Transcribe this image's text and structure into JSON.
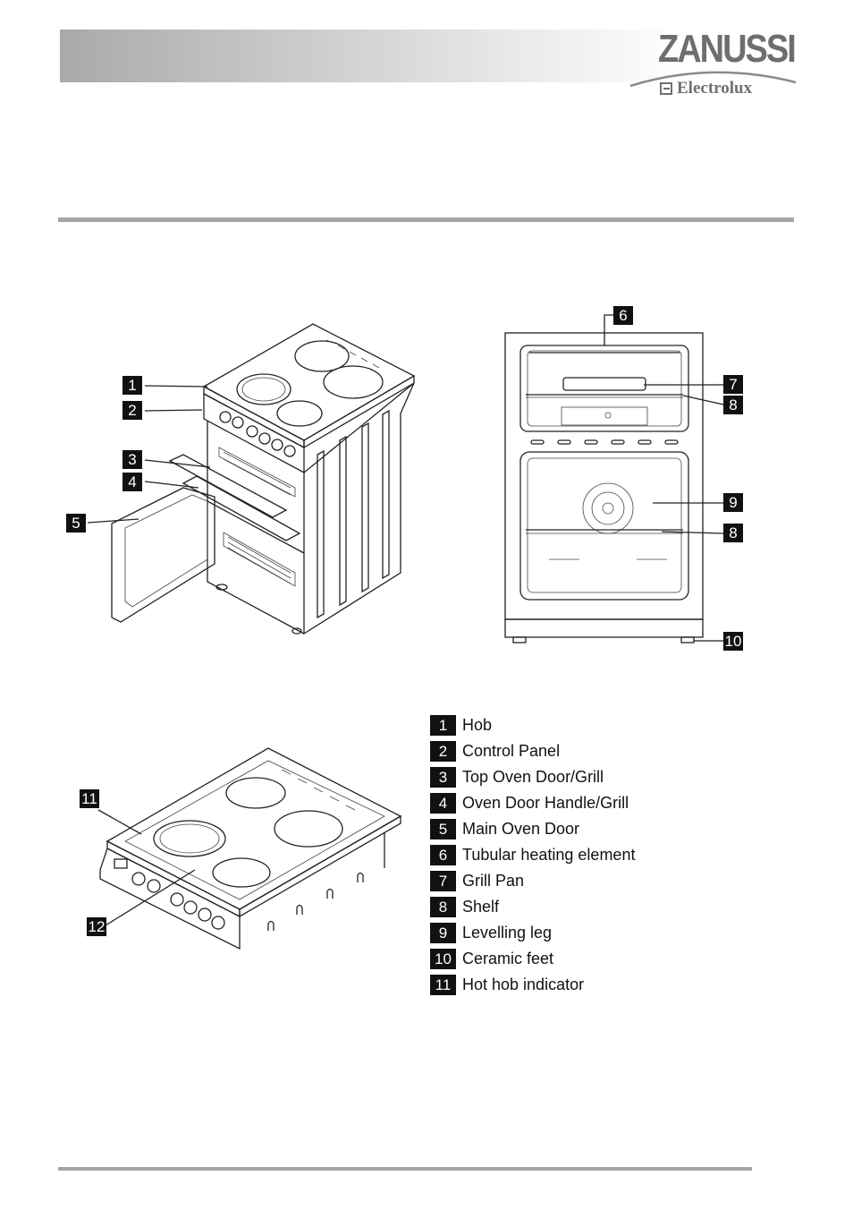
{
  "header": {
    "brand": "ZANUSSI",
    "sub_brand": "Electrolux"
  },
  "figure_tags": {
    "t1": "1",
    "t2": "2",
    "t3": "3",
    "t4": "4",
    "t5": "5",
    "t6": "6",
    "t7": "7",
    "t8a": "8",
    "t9": "9",
    "t8b": "8",
    "t10": "10",
    "t11": "11",
    "t12": "12"
  },
  "legend": [
    {
      "num": "1",
      "label": "Hob"
    },
    {
      "num": "2",
      "label": "Control Panel"
    },
    {
      "num": "3",
      "label": "Top Oven Door/Grill"
    },
    {
      "num": "4",
      "label": "Oven Door Handle/Grill"
    },
    {
      "num": "5",
      "label": "Main Oven Door"
    },
    {
      "num": "6",
      "label": "Tubular heating element"
    },
    {
      "num": "7",
      "label": "Grill Pan"
    },
    {
      "num": "8",
      "label": "Shelf"
    },
    {
      "num": "9",
      "label": "Levelling leg"
    },
    {
      "num": "10",
      "label": "Ceramic feet"
    },
    {
      "num": "11",
      "label": "Hot hob indicator"
    }
  ]
}
